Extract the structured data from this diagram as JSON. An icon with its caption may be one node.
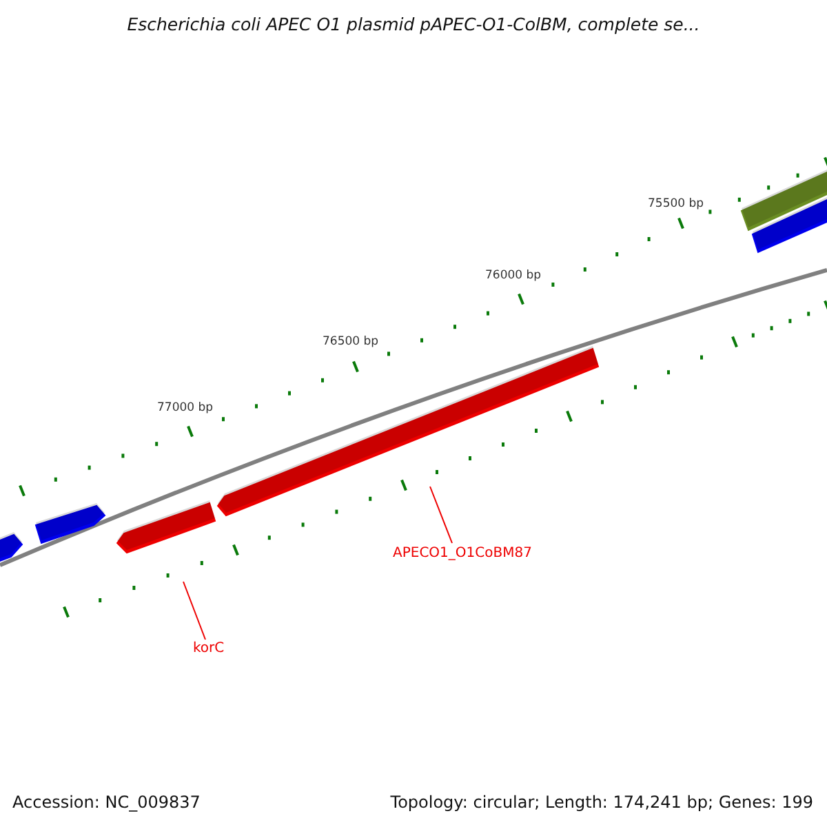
{
  "diagram": {
    "title": "Escherichia coli APEC O1 plasmid pAPEC-O1-ColBM, complete se...",
    "nodes": [
      {
        "text": [
          "APECO1_O1CoBM87"
        ]
      },
      {
        "text": [
          "korC"
        ]
      },
      {
        "text": [],
        "shape": "bar"
      },
      {
        "text": [],
        "shape": "bar"
      },
      {
        "text": [],
        "shape": "bar"
      },
      {
        "text": [],
        "shape": "bar"
      },
      {
        "text": [],
        "shape": "bar"
      },
      {
        "text": [],
        "shape": "bar"
      }
    ],
    "edges": [
      {
        "from": 0,
        "to": 5,
        "arrow": "none"
      },
      {
        "from": 1,
        "to": 4,
        "arrow": "none"
      }
    ],
    "labels": [
      "75500 bp",
      "76000 bp",
      "76500 bp",
      "77000 bp",
      "Accession: NC_009837",
      "Topology: circular; Length: 174,241 bp; Genes: 199"
    ]
  }
}
